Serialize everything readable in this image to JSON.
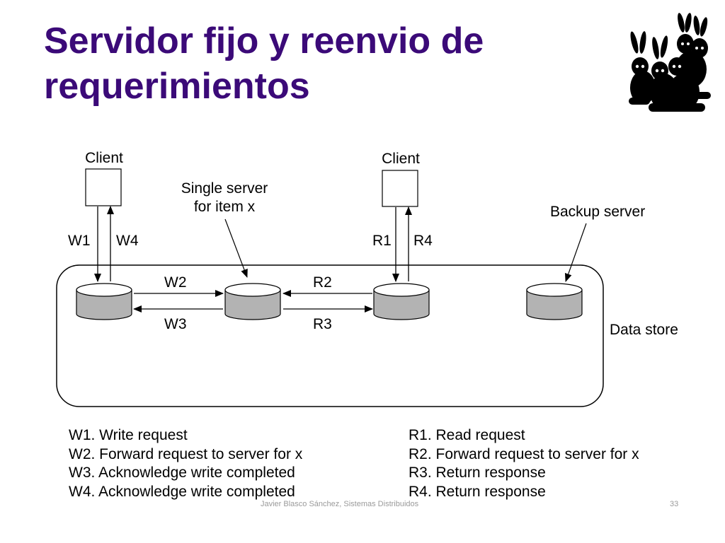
{
  "slide": {
    "title_line1": "Servidor fijo y reenvio de",
    "title_line2": "requerimientos",
    "accent_color": "#3b0a78"
  },
  "decoration": {
    "icon": "rabbits-group-icon"
  },
  "diagram": {
    "client_left_label": "Client",
    "client_right_label": "Client",
    "single_server_line1": "Single server",
    "single_server_line2": "for item x",
    "backup_server_label": "Backup server",
    "data_store_label": "Data store",
    "arrows": {
      "w1": "W1",
      "w4": "W4",
      "w2": "W2",
      "w3": "W3",
      "r1": "R1",
      "r4": "R4",
      "r2": "R2",
      "r3": "R3"
    },
    "server_fill": "#b3b3b3"
  },
  "legend": {
    "left": [
      "W1. Write request",
      "W2. Forward request to server for x",
      "W3. Acknowledge write completed",
      "W4. Acknowledge write completed"
    ],
    "right": [
      "R1. Read request",
      "R2. Forward request to server for x",
      "R3. Return response",
      "R4. Return response"
    ]
  },
  "footer": {
    "author": "Javier Blasco Sánchez, Sistemas Distribuidos",
    "page": "33"
  }
}
